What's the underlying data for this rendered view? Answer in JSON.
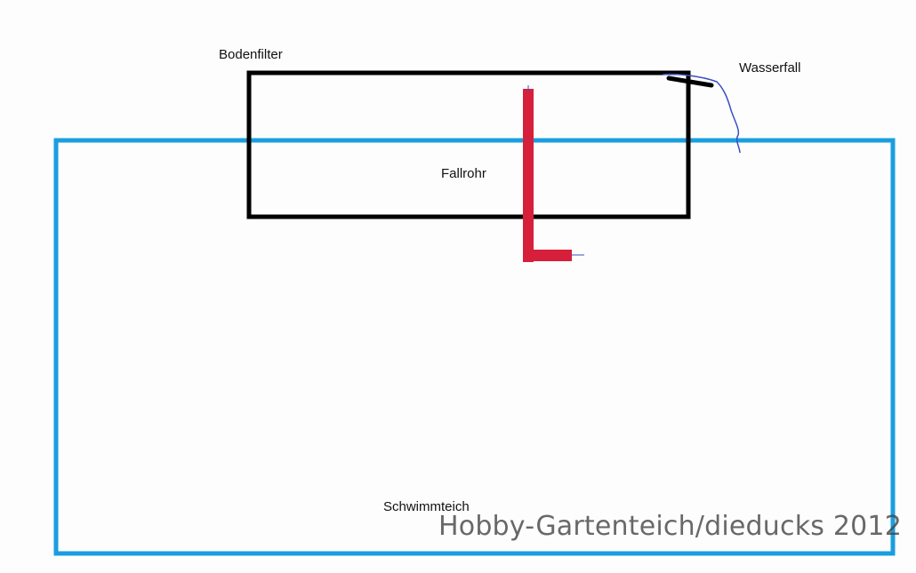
{
  "labels": {
    "filter": "Bodenfilter",
    "waterfall": "Wasserfall",
    "pipe": "Fallrohr",
    "pond": "Schwimmteich"
  },
  "watermark": "Hobby-Gartenteich/dieducks 2012",
  "colors": {
    "pond_outline": "#1a9ee0",
    "filter_outline": "#000000",
    "pipe": "#d61f3a",
    "waterfall_stream": "#3a4fc4"
  }
}
